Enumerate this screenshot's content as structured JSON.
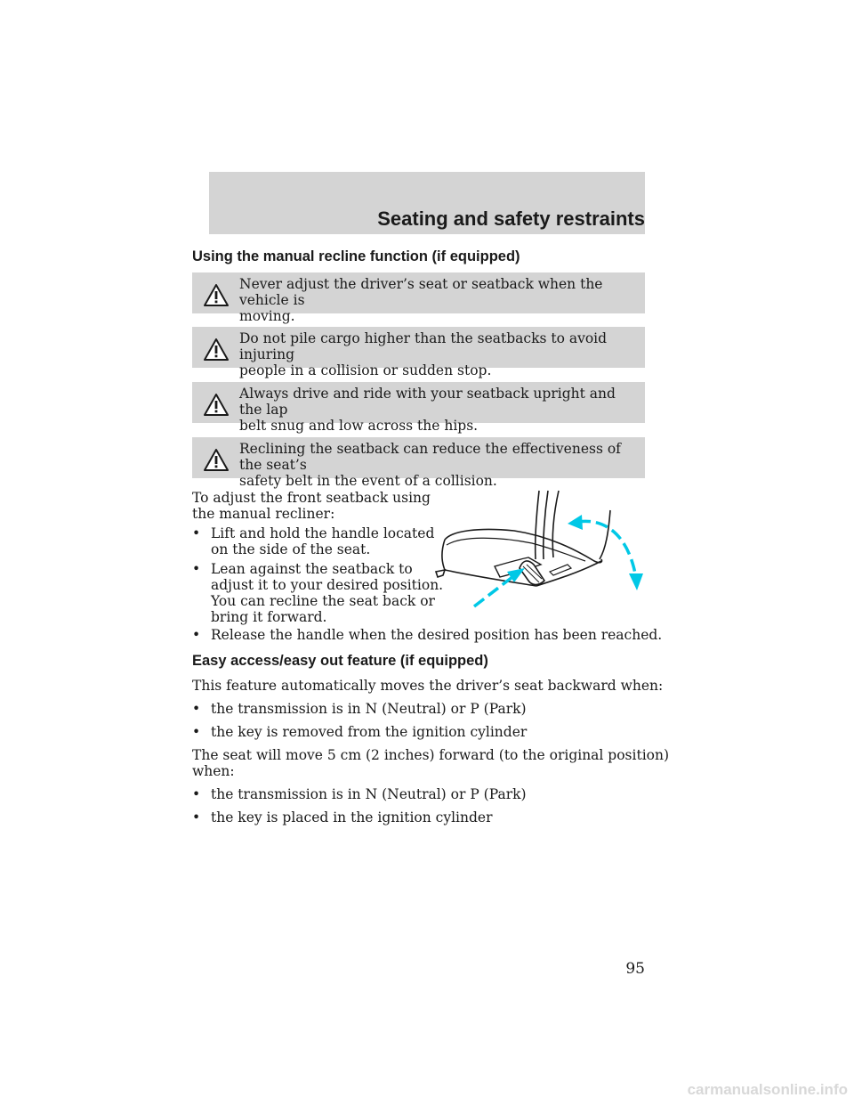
{
  "header": {
    "title": "Seating and safety restraints"
  },
  "section1": {
    "heading": "Using the manual recline function (if equipped)",
    "warnings": [
      {
        "line1": "Never adjust the driver’s seat or seatback when the vehicle is",
        "line2": "moving."
      },
      {
        "line1": "Do not pile cargo higher than the seatbacks to avoid injuring",
        "line2": "people in a collision or sudden stop."
      },
      {
        "line1": "Always drive and ride with your seatback upright and the lap",
        "line2": "belt snug and low across the hips."
      },
      {
        "line1": "Reclining the seatback can reduce the effectiveness of the seat’s",
        "line2": "safety belt in the event of a collision."
      }
    ],
    "intro_lines": [
      "To adjust the front seatback using",
      "the manual recliner:"
    ],
    "bullets": [
      {
        "lines": [
          "Lift and hold the handle located",
          "on the side of the seat."
        ]
      },
      {
        "lines": [
          "Lean against the seatback to",
          "adjust it to your desired position.",
          "You can recline the seat back or",
          "bring it forward."
        ]
      },
      {
        "lines": [
          "Release the handle when the desired position has been reached."
        ]
      }
    ]
  },
  "section2": {
    "heading": "Easy access/easy out feature (if equipped)",
    "intro": "This feature automatically moves the driver’s seat backward when:",
    "bullets_a": [
      "the transmission is in N (Neutral) or P (Park)",
      "the key is removed from the ignition cylinder"
    ],
    "middle_lines": [
      "The seat will move 5 cm (2 inches) forward (to the original position)",
      "when:"
    ],
    "bullets_b": [
      "the transmission is in N (Neutral) or P (Park)",
      "the key is placed in the ignition cylinder"
    ]
  },
  "bullet_char": "•",
  "page_number": "95",
  "footer": {
    "watermark": "carmanualsonline.info"
  },
  "colors": {
    "band": "#d4d4d4",
    "arrow": "#00c8e6",
    "text": "#1a1a1a"
  }
}
